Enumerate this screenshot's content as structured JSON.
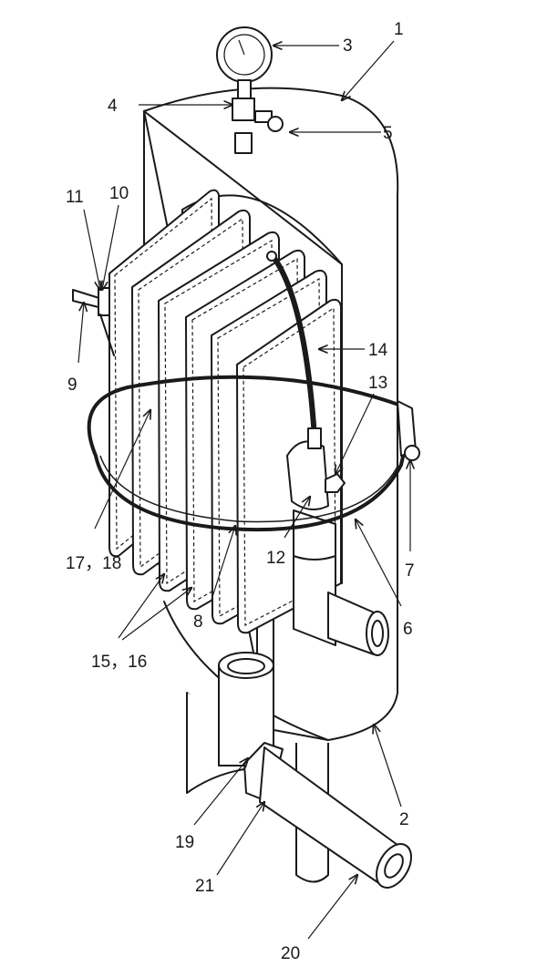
{
  "labels": {
    "l1": "1",
    "l2": "2",
    "l3": "3",
    "l4": "4",
    "l5": "5",
    "l6": "6",
    "l7": "7",
    "l8": "8",
    "l9": "9",
    "l10": "10",
    "l11": "11",
    "l12": "12",
    "l13": "13",
    "l14": "14",
    "l15_16": "15，16",
    "l17_18": "17，18",
    "l19": "19",
    "l20": "20",
    "l21": "21"
  }
}
